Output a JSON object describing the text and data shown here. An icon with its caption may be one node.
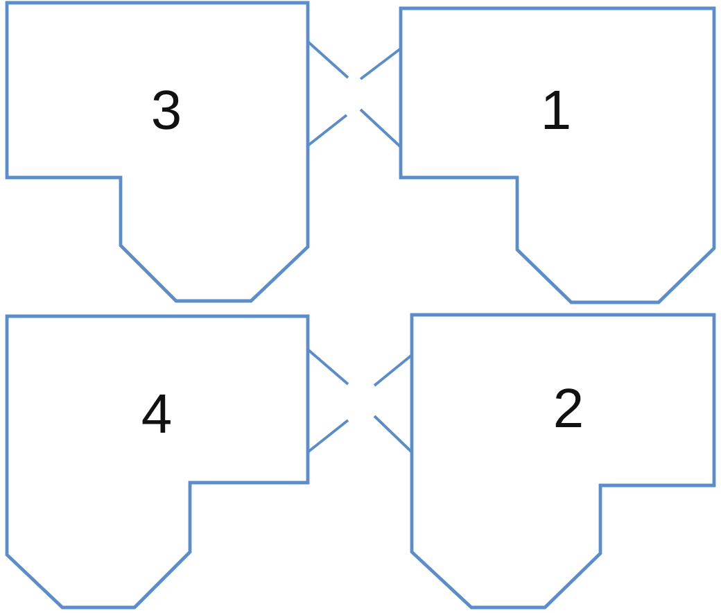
{
  "diagram": {
    "nodes": [
      {
        "text": [
          "3"
        ]
      },
      {
        "text": [
          "1"
        ]
      },
      {
        "text": [
          "4"
        ]
      },
      {
        "text": [
          "2"
        ]
      }
    ],
    "edges": [
      {
        "from": 0,
        "to": null,
        "arrow": "none"
      },
      {
        "from": 0,
        "to": null,
        "arrow": "none"
      },
      {
        "from": 1,
        "to": null,
        "arrow": "none"
      },
      {
        "from": 1,
        "to": null,
        "arrow": "none"
      },
      {
        "from": 2,
        "to": null,
        "arrow": "none"
      },
      {
        "from": 2,
        "to": null,
        "arrow": "none"
      },
      {
        "from": 3,
        "to": null,
        "arrow": "none"
      },
      {
        "from": 3,
        "to": null,
        "arrow": "none"
      }
    ]
  }
}
